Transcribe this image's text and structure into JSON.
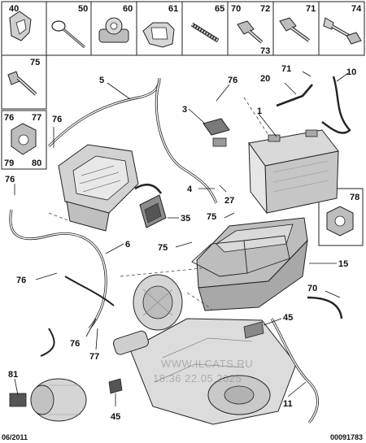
{
  "diagram": {
    "thumbnails_top": [
      "40",
      "50",
      "60",
      "61",
      "65",
      "70",
      "72",
      "73",
      "71",
      "74"
    ],
    "thumbnails_left": [
      {
        "labels": [
          "75"
        ]
      },
      {
        "labels": [
          "76",
          "77",
          "79",
          "80"
        ]
      }
    ],
    "thumbnail_right": [
      "78"
    ],
    "main_callouts": [
      "5",
      "76",
      "3",
      "1",
      "71",
      "20",
      "10",
      "76",
      "76",
      "4",
      "27",
      "35",
      "75",
      "75",
      "6",
      "15",
      "76",
      "70",
      "45",
      "76",
      "77",
      "81",
      "45",
      "11"
    ]
  },
  "footer": {
    "date": "06/2011",
    "reference": "00091783"
  },
  "watermark": {
    "site": "WWW.ILCATS.RU",
    "stamp": "18:36 22.05.2025"
  }
}
